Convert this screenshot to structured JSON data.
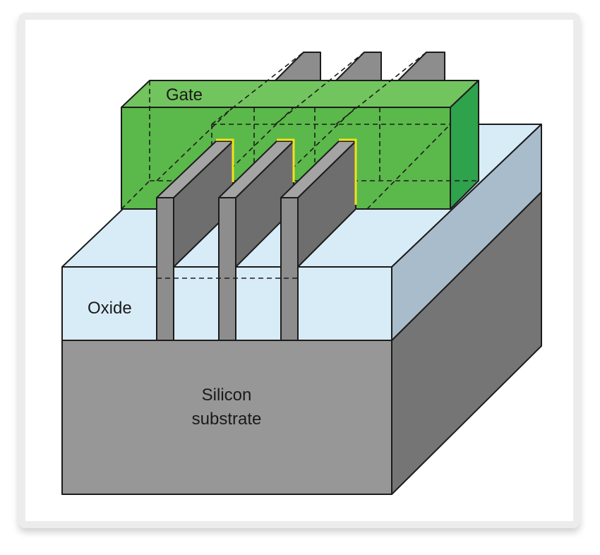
{
  "labels": {
    "gate": "Gate",
    "oxide": "Oxide",
    "substrate_line1": "Silicon",
    "substrate_line2": "substrate"
  },
  "colors": {
    "gate_front": "#5bb84a",
    "gate_top": "#72c45e",
    "gate_side": "#2fa24c",
    "oxide_front": "#d8ecf8",
    "oxide_top": "#d8ecf8",
    "oxide_side": "#a9bccb",
    "substrate_front": "#979797",
    "substrate_side": "#757575",
    "fin_face": "#8d8d8d",
    "fin_side": "#6e6e6e",
    "fin_top": "#a4a4a4",
    "channel_highlight": "#f2e21c"
  },
  "fin_count": 3
}
